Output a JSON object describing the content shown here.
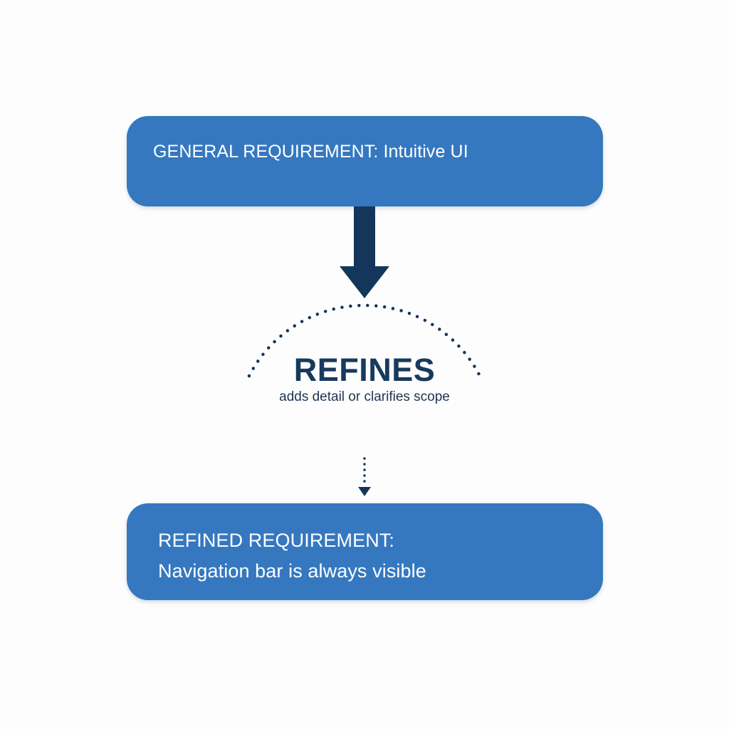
{
  "general_requirement": {
    "text": "GENERAL REQUIREMENT: Intuitive UI"
  },
  "relationship": {
    "label": "REFINES",
    "description": "adds detail or clarifies scope"
  },
  "refined_requirement": {
    "line1": "REFINED REQUIREMENT:",
    "line2": "Navigation bar is always visible"
  },
  "colors": {
    "box_fill": "#3578c0",
    "arrow_dark": "#13365a",
    "text_dark": "#173a5e"
  }
}
